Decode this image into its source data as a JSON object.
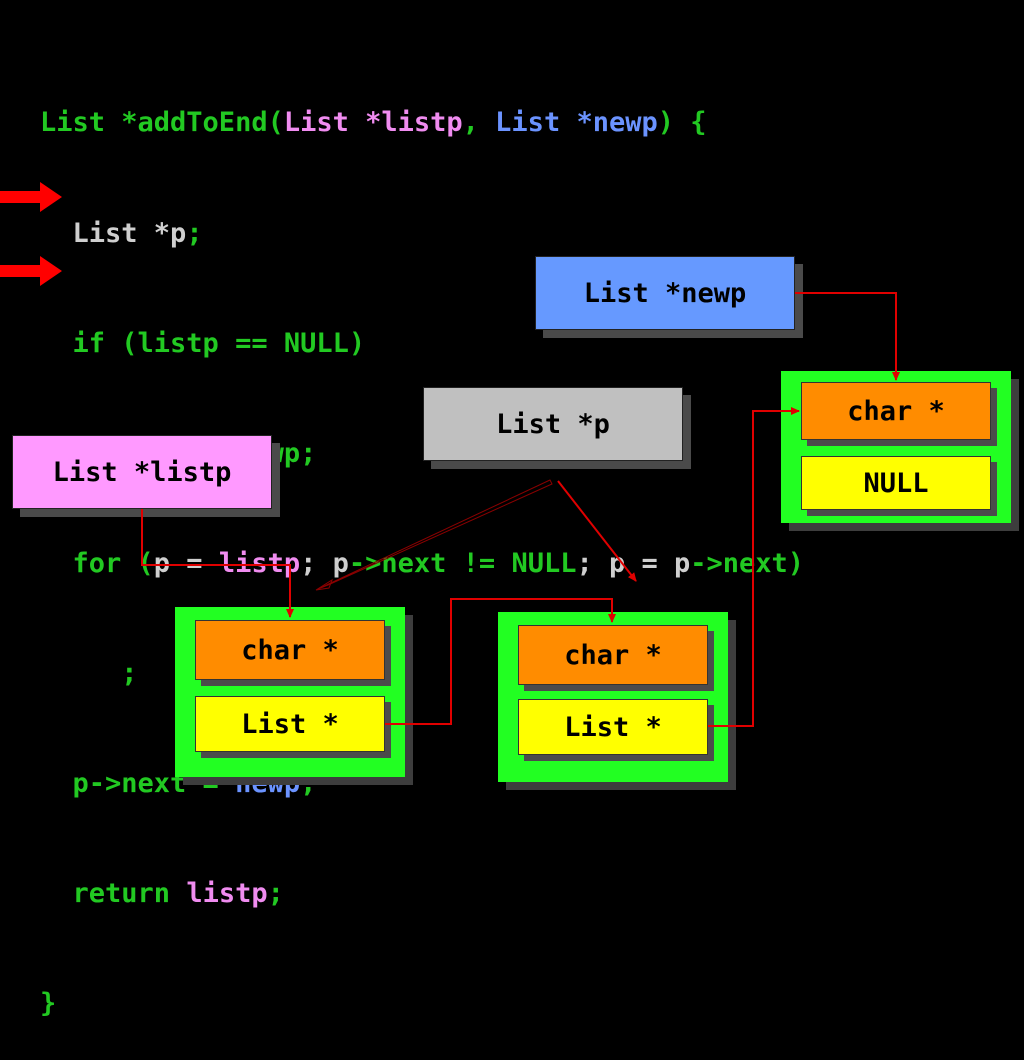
{
  "code": {
    "line1": {
      "a": "List *addToEnd(",
      "b": "List *listp",
      "c": ", ",
      "d": "List *newp",
      "e": ") {"
    },
    "line2": {
      "a": "  List *p",
      "b": ";"
    },
    "line3": "  if (listp == NULL)",
    "line4": "     return newp;",
    "line5": {
      "a": "  for (",
      "b": "p = ",
      "c": "listp",
      "d": "; p",
      "e": "->next != NULL",
      "f": "; p = p",
      "g": "->next)"
    },
    "line6": "     ;",
    "line7": {
      "a": "  p->next = ",
      "b": "newp",
      "c": ";"
    },
    "line8": {
      "a": "  return ",
      "b": "listp",
      "c": ";"
    },
    "line9": "}"
  },
  "diagram": {
    "newp_label": "List *newp",
    "p_label": "List *p",
    "listp_label": "List *listp",
    "node1": {
      "data": "char *",
      "next": "List *"
    },
    "node2": {
      "data": "char *",
      "next": "List *"
    },
    "node3": {
      "data": "char *",
      "next": "NULL"
    }
  },
  "colors": {
    "newp_box": "#6699ff",
    "p_box": "#c0c0c0",
    "listp_box": "#ff99ff",
    "node_bg": "#22ff22",
    "data_field": "#ff8c00",
    "next_field": "#ffff00",
    "link": "#e00000",
    "marker_arrow": "#ff0000"
  }
}
